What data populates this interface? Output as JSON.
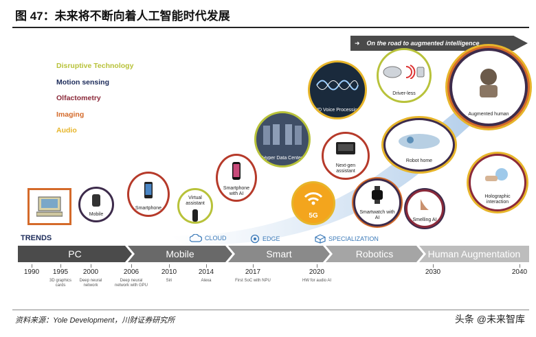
{
  "title": "图 47：未来将不断向着人工智能时代发展",
  "banner": {
    "arrow": "➜",
    "text": "On the road to augmented intelligence"
  },
  "legend": [
    {
      "label": "Disruptive Technology",
      "color": "#b8c23a"
    },
    {
      "label": "Motion sensing",
      "color": "#1c2b5a"
    },
    {
      "label": "Olfactometry",
      "color": "#8b2a3a"
    },
    {
      "label": "Imaging",
      "color": "#d46a2a"
    },
    {
      "label": "Audio",
      "color": "#e7b52a"
    }
  ],
  "bubbles": {
    "mobile": "Mobile",
    "smartphone": "Smartphone",
    "virtual_assistant": "Virtual assistant",
    "smartphone_ai": "Smartphone with AI",
    "hyper_data": "Hyper Data Center",
    "hd_voice": "HD Voice Processing",
    "driverless": "Driver-less",
    "augmented_human": "Augmented human",
    "five_g": "5G",
    "next_gen": "Next-gen assistant",
    "robot_home": "Robot home",
    "smartwatch": "Smartwatch with AI",
    "smelling_ai": "Smelling AI",
    "holographic": "Holographic interaction"
  },
  "trends": {
    "label": "TRENDS",
    "keywords": [
      "CLOUD",
      "EDGE",
      "SPECIALIZATION"
    ]
  },
  "eras": [
    "PC",
    "Mobile",
    "Smart",
    "Robotics",
    "Human Augmentation"
  ],
  "years": [
    "1990",
    "1995",
    "2000",
    "2006",
    "2010",
    "2014",
    "2017",
    "2020",
    "2030",
    "2040"
  ],
  "notes": {
    "1995": "3D graphics cards",
    "2000": "Deep neural network",
    "2006": "Deep neural network with GPU",
    "2010": "Siri",
    "2014": "Alexa",
    "2017": "First SoC with NPU",
    "2020": "HW for audio AI"
  },
  "source": "资料来源：Yole Development，川财证券研究所",
  "watermark": "头条 @未来智库"
}
